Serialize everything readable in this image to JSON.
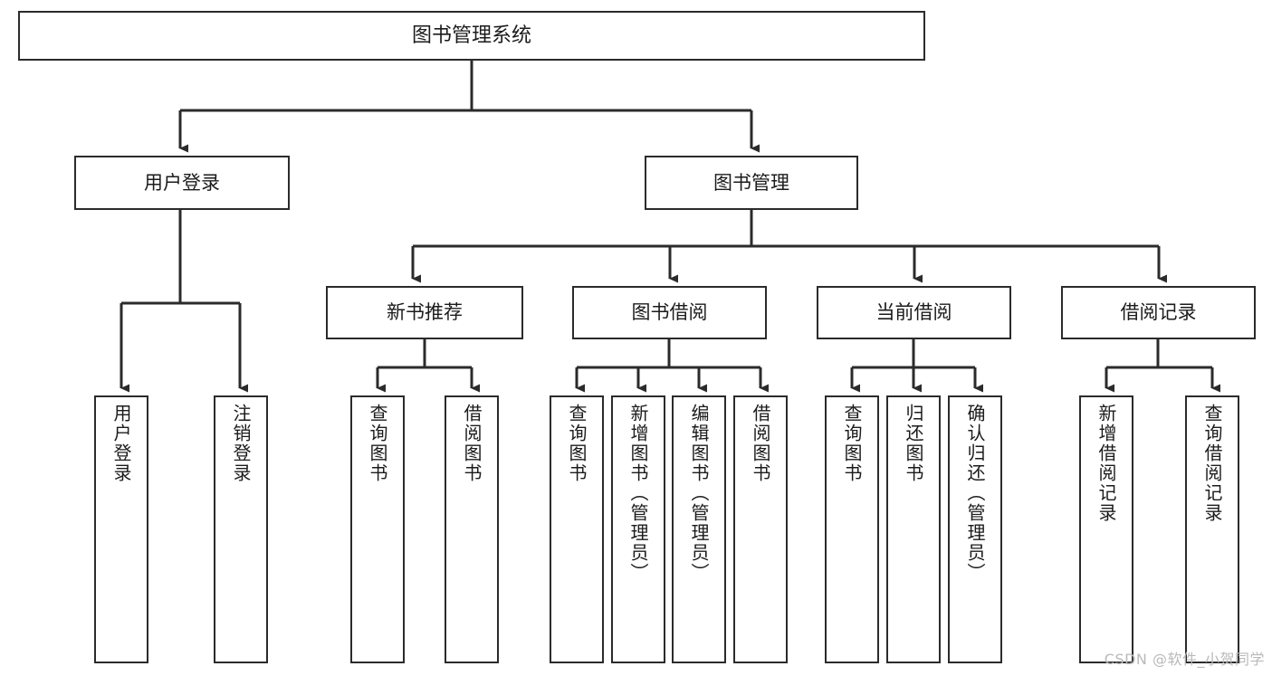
{
  "diagram": {
    "title": "图书管理系统",
    "type": "hierarchy-tree",
    "watermark": "CSDN @软件_小贺同学",
    "colors": {
      "box_border": "#2b2b2b",
      "box_fill": "#ffffff",
      "edge": "#2b2b2b",
      "text": "#1b1b1b",
      "watermark": "#b9b9b9",
      "background": "#ffffff"
    },
    "nodes": {
      "root": {
        "label": "图书管理系统"
      },
      "level1": [
        {
          "label": "用户登录"
        },
        {
          "label": "图书管理"
        }
      ],
      "level2": [
        {
          "label": "新书推荐"
        },
        {
          "label": "图书借阅"
        },
        {
          "label": "当前借阅"
        },
        {
          "label": "借阅记录"
        }
      ],
      "leaves": {
        "user_login": [
          {
            "label": "用户登录"
          },
          {
            "label": "注销登录"
          }
        ],
        "new_book_recommend": [
          {
            "label": "查询图书"
          },
          {
            "label": "借阅图书"
          }
        ],
        "book_borrow": [
          {
            "label": "查询图书"
          },
          {
            "label": "新增图书（管理员）"
          },
          {
            "label": "编辑图书（管理员）"
          },
          {
            "label": "借阅图书"
          }
        ],
        "current_borrow": [
          {
            "label": "查询图书"
          },
          {
            "label": "归还图书"
          },
          {
            "label": "确认归还（管理员）"
          }
        ],
        "borrow_record": [
          {
            "label": "新增借阅记录"
          },
          {
            "label": "查询借阅记录"
          }
        ]
      }
    }
  }
}
